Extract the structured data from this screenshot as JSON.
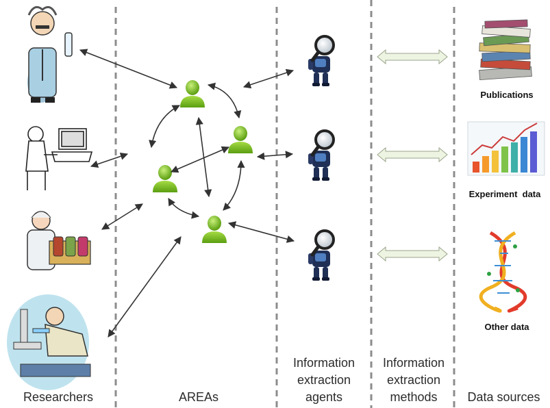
{
  "columns": {
    "researchers": "Researchers",
    "areas": "AREAs",
    "agents_line1": "Information",
    "agents_line2": "extraction",
    "agents_line3": "agents",
    "methods_line1": "Information",
    "methods_line2": "extraction",
    "methods_line3": "methods",
    "sources": "Data sources"
  },
  "data_sources": {
    "publications": "Publications",
    "experiment": "Experiment  data",
    "other": "Other data"
  },
  "colors": {
    "user_green": "#7cc21b",
    "arrow": "#333333",
    "divider": "#8c8c8c",
    "method_arrow_fill": "#eef4e2"
  },
  "icons": {
    "researcher_1": "scientist-with-flask-icon",
    "researcher_2": "researcher-at-computer-icon",
    "researcher_3": "researcher-with-jars-icon",
    "researcher_4": "researcher-with-microscope-icon",
    "area": "green-user-icon",
    "agent": "robot-with-magnifier-icon",
    "publications": "book-stack-icon",
    "experiment": "bar-chart-icon",
    "other": "dna-helix-icon"
  }
}
